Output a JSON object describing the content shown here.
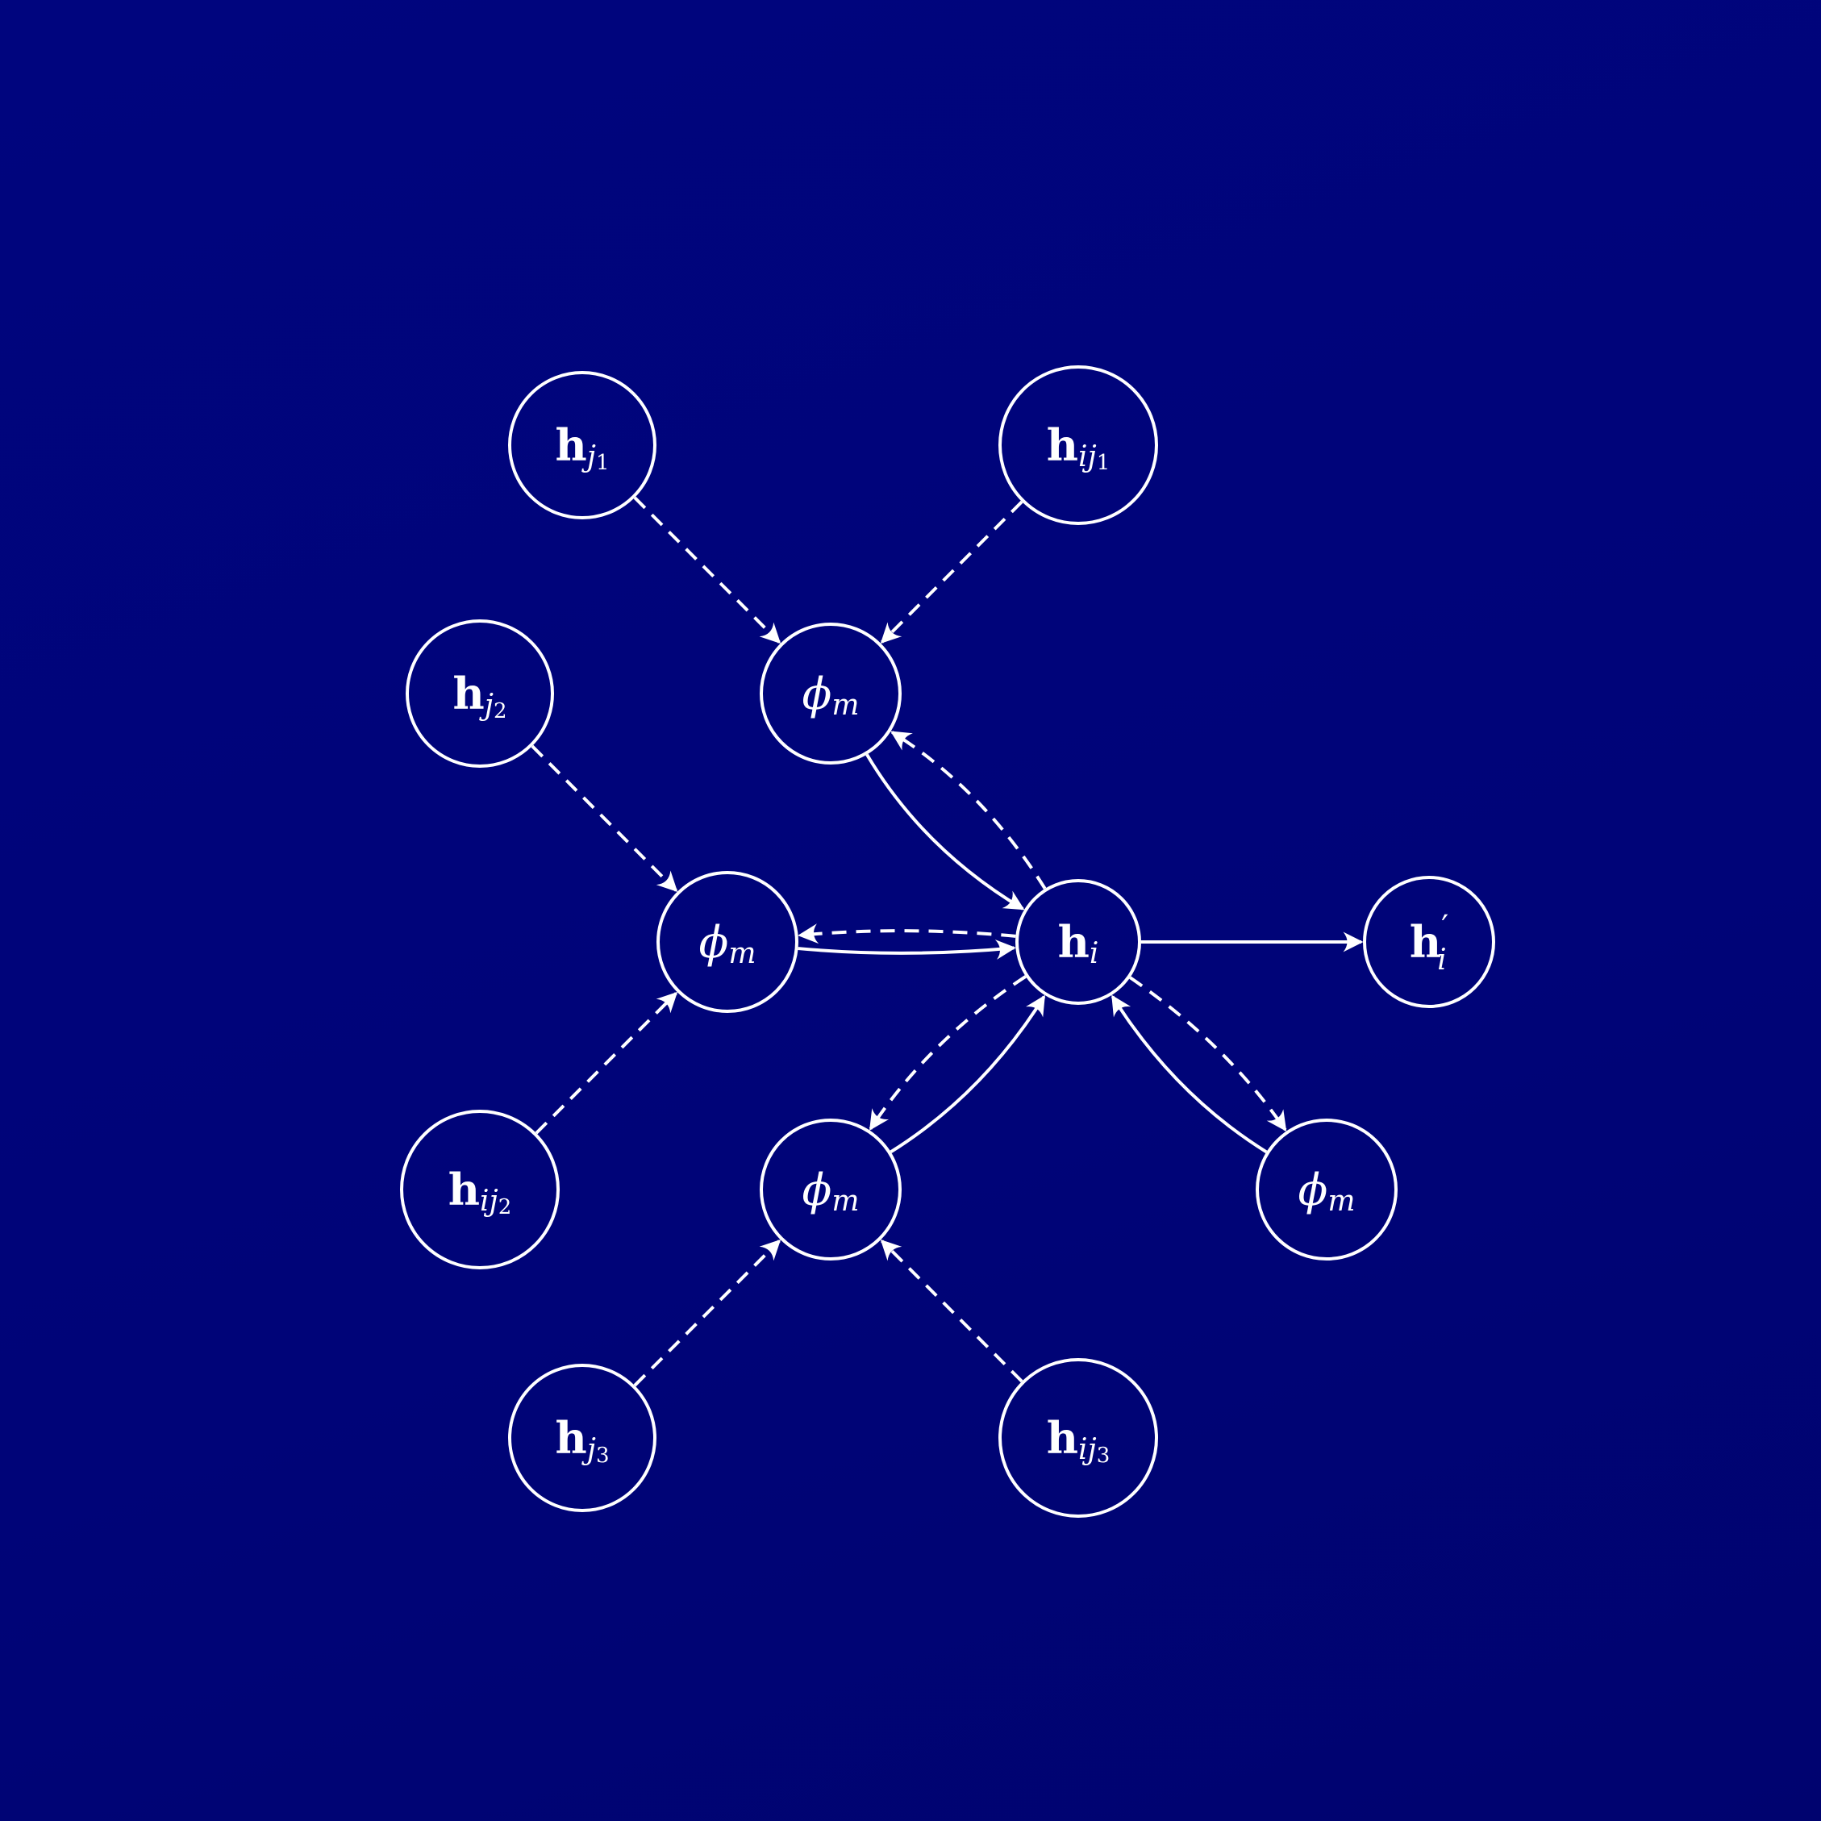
{
  "diagram": {
    "colors": {
      "background": "#000478",
      "stroke": "#ffffff"
    },
    "nodes": [
      {
        "id": "hj1",
        "name": "node-h-j1",
        "base": "h",
        "sub": "j",
        "subsub": "1"
      },
      {
        "id": "hij1",
        "name": "node-h-ij1",
        "base": "h",
        "sub": "ij",
        "subsub": "1"
      },
      {
        "id": "phiA",
        "name": "node-phi-m-top",
        "base": "ϕ",
        "sub": "m"
      },
      {
        "id": "hj2",
        "name": "node-h-j2",
        "base": "h",
        "sub": "j",
        "subsub": "2"
      },
      {
        "id": "phiB",
        "name": "node-phi-m-left",
        "base": "ϕ",
        "sub": "m"
      },
      {
        "id": "hi",
        "name": "node-h-i",
        "base": "h",
        "sub": "i"
      },
      {
        "id": "hip",
        "name": "node-h-i-prime",
        "base": "h",
        "sub": "i",
        "prime": "′"
      },
      {
        "id": "hij2",
        "name": "node-h-ij2",
        "base": "h",
        "sub": "ij",
        "subsub": "2"
      },
      {
        "id": "phiC",
        "name": "node-phi-m-bottom",
        "base": "ϕ",
        "sub": "m"
      },
      {
        "id": "phiD",
        "name": "node-phi-m-right",
        "base": "ϕ",
        "sub": "m"
      },
      {
        "id": "hj3",
        "name": "node-h-j3",
        "base": "h",
        "sub": "j",
        "subsub": "3"
      },
      {
        "id": "hij3",
        "name": "node-h-ij3",
        "base": "h",
        "sub": "ij",
        "subsub": "3"
      }
    ],
    "edges": [
      {
        "from": "hj1",
        "to": "phiA",
        "style": "dashed"
      },
      {
        "from": "hij1",
        "to": "phiA",
        "style": "dashed"
      },
      {
        "from": "hj2",
        "to": "phiB",
        "style": "dashed"
      },
      {
        "from": "hij2",
        "to": "phiB",
        "style": "dashed"
      },
      {
        "from": "hj3",
        "to": "phiC",
        "style": "dashed"
      },
      {
        "from": "hij3",
        "to": "phiC",
        "style": "dashed"
      },
      {
        "from": "phiA",
        "to": "hi",
        "style": "solid"
      },
      {
        "from": "hi",
        "to": "phiA",
        "style": "dashed"
      },
      {
        "from": "phiB",
        "to": "hi",
        "style": "solid"
      },
      {
        "from": "hi",
        "to": "phiB",
        "style": "dashed"
      },
      {
        "from": "phiC",
        "to": "hi",
        "style": "solid"
      },
      {
        "from": "hi",
        "to": "phiC",
        "style": "dashed"
      },
      {
        "from": "phiD",
        "to": "hi",
        "style": "solid"
      },
      {
        "from": "hi",
        "to": "phiD",
        "style": "dashed"
      },
      {
        "from": "hi",
        "to": "hip",
        "style": "solid"
      }
    ]
  }
}
